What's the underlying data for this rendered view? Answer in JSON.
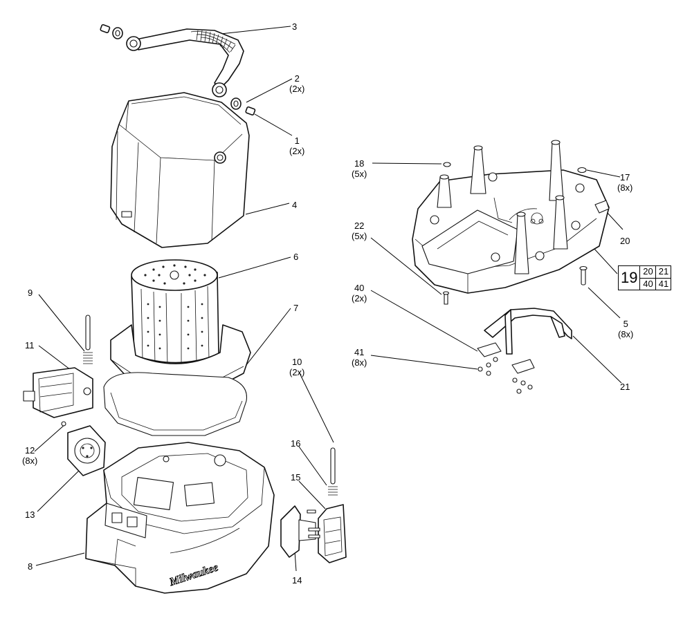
{
  "labels": [
    {
      "id": "3",
      "text": "3"
    },
    {
      "id": "2",
      "text": "2",
      "qty": "(2x)"
    },
    {
      "id": "1",
      "text": "1",
      "qty": "(2x)"
    },
    {
      "id": "4",
      "text": "4"
    },
    {
      "id": "6",
      "text": "6"
    },
    {
      "id": "7",
      "text": "7"
    },
    {
      "id": "9",
      "text": "9"
    },
    {
      "id": "11",
      "text": "11"
    },
    {
      "id": "10",
      "text": "10",
      "qty": "(2x)"
    },
    {
      "id": "12",
      "text": "12",
      "qty": "(8x)"
    },
    {
      "id": "13",
      "text": "13"
    },
    {
      "id": "16",
      "text": "16"
    },
    {
      "id": "15",
      "text": "15"
    },
    {
      "id": "8",
      "text": "8"
    },
    {
      "id": "14",
      "text": "14"
    },
    {
      "id": "18",
      "text": "18",
      "qty": "(5x)"
    },
    {
      "id": "17",
      "text": "17",
      "qty": "(8x)"
    },
    {
      "id": "22",
      "text": "22",
      "qty": "(5x)"
    },
    {
      "id": "20",
      "text": "20"
    },
    {
      "id": "5",
      "text": "5",
      "qty": "(8x)"
    },
    {
      "id": "40",
      "text": "40",
      "qty": "(2x)"
    },
    {
      "id": "41",
      "text": "41",
      "qty": "(8x)"
    },
    {
      "id": "21",
      "text": "21"
    }
  ],
  "assembly_callout": {
    "main": "19",
    "cells": [
      "20",
      "21",
      "40",
      "41"
    ]
  },
  "brand_mark": "Milwaukee"
}
